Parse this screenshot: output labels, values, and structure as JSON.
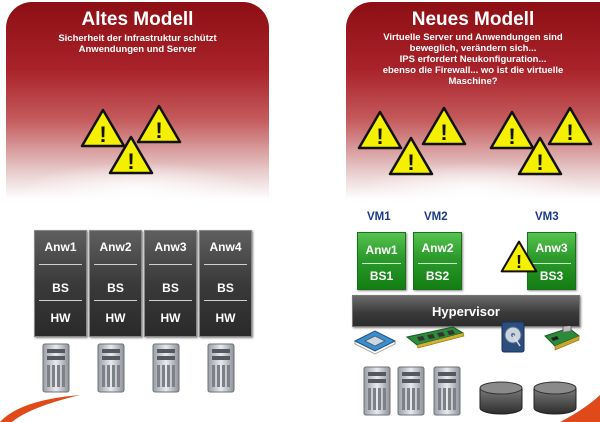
{
  "left": {
    "title": "Altes Modell",
    "subtitle_lines": [
      "Sicherheit der Infrastruktur schützt",
      "Anwendungen  und Server"
    ],
    "stacks": [
      {
        "app": "Anw1",
        "os": "BS",
        "hw": "HW"
      },
      {
        "app": "Anw2",
        "os": "BS",
        "hw": "HW"
      },
      {
        "app": "Anw3",
        "os": "BS",
        "hw": "HW"
      },
      {
        "app": "Anw4",
        "os": "BS",
        "hw": "HW"
      }
    ]
  },
  "right": {
    "title": "Neues Modell",
    "subtitle_lines": [
      "Virtuelle Server und Anwendungen sind",
      "beweglich, verändern sich...",
      "IPS erfordert Neukonfiguration...",
      "ebenso die Firewall... wo ist die virtuelle",
      "Maschine?"
    ],
    "vms": [
      {
        "label": "VM1",
        "app": "Anw1",
        "os": "BS1"
      },
      {
        "label": "VM2",
        "app": "Anw2",
        "os": "BS2"
      },
      {
        "label": "VM3",
        "app": "Anw3",
        "os": "BS3"
      }
    ],
    "hypervisor": "Hypervisor"
  },
  "warning_symbol": "!",
  "icons": [
    "warning-icon",
    "server-tower-icon",
    "cpu-chip-icon",
    "memory-module-icon",
    "hard-drive-icon",
    "network-card-icon",
    "storage-disk-icon"
  ],
  "colors": {
    "panel_dark_red": "#8c0f14",
    "vm_green": "#2b9a2b",
    "stack_gray": "#3a3a3a",
    "vm_label_blue": "#1b3a8a",
    "warning_yellow": "#f4f000"
  }
}
